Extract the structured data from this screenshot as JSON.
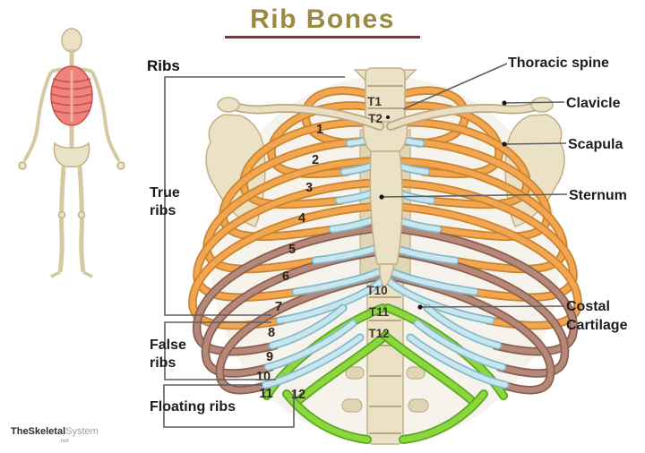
{
  "title": {
    "text": "Rib Bones"
  },
  "labels": {
    "ribs": "Ribs",
    "true_ribs": [
      "True",
      "ribs"
    ],
    "false_ribs": [
      "False",
      "ribs"
    ],
    "floating_ribs": "Floating ribs",
    "thoracic_spine": "Thoracic spine",
    "clavicle": "Clavicle",
    "scapula": "Scapula",
    "sternum": "Sternum",
    "costal_cartilage": [
      "Costal",
      "Cartilage"
    ]
  },
  "rib_numbers": [
    "1",
    "2",
    "3",
    "4",
    "5",
    "6",
    "7",
    "8",
    "9",
    "10",
    "11",
    "12"
  ],
  "vertebrae": [
    "T1",
    "T2",
    "T10",
    "T11",
    "T12"
  ],
  "watermark": {
    "part_bold": "TheSkeletal",
    "part_light": "System",
    "suffix": ".net"
  },
  "colors": {
    "true_ribs": "#F3A64F",
    "false_ribs": "#B5887A",
    "floating_ribs": "#8AD83E",
    "costal_cartilage": "#C9E6EF",
    "bone": "#EBE1C4",
    "highlighted_ribcage_on_thumbnail": "#EE837B",
    "title_text": "#9A8A42",
    "title_underline": "#6F3D3D",
    "annotation_lines": "#5F5F5F"
  }
}
